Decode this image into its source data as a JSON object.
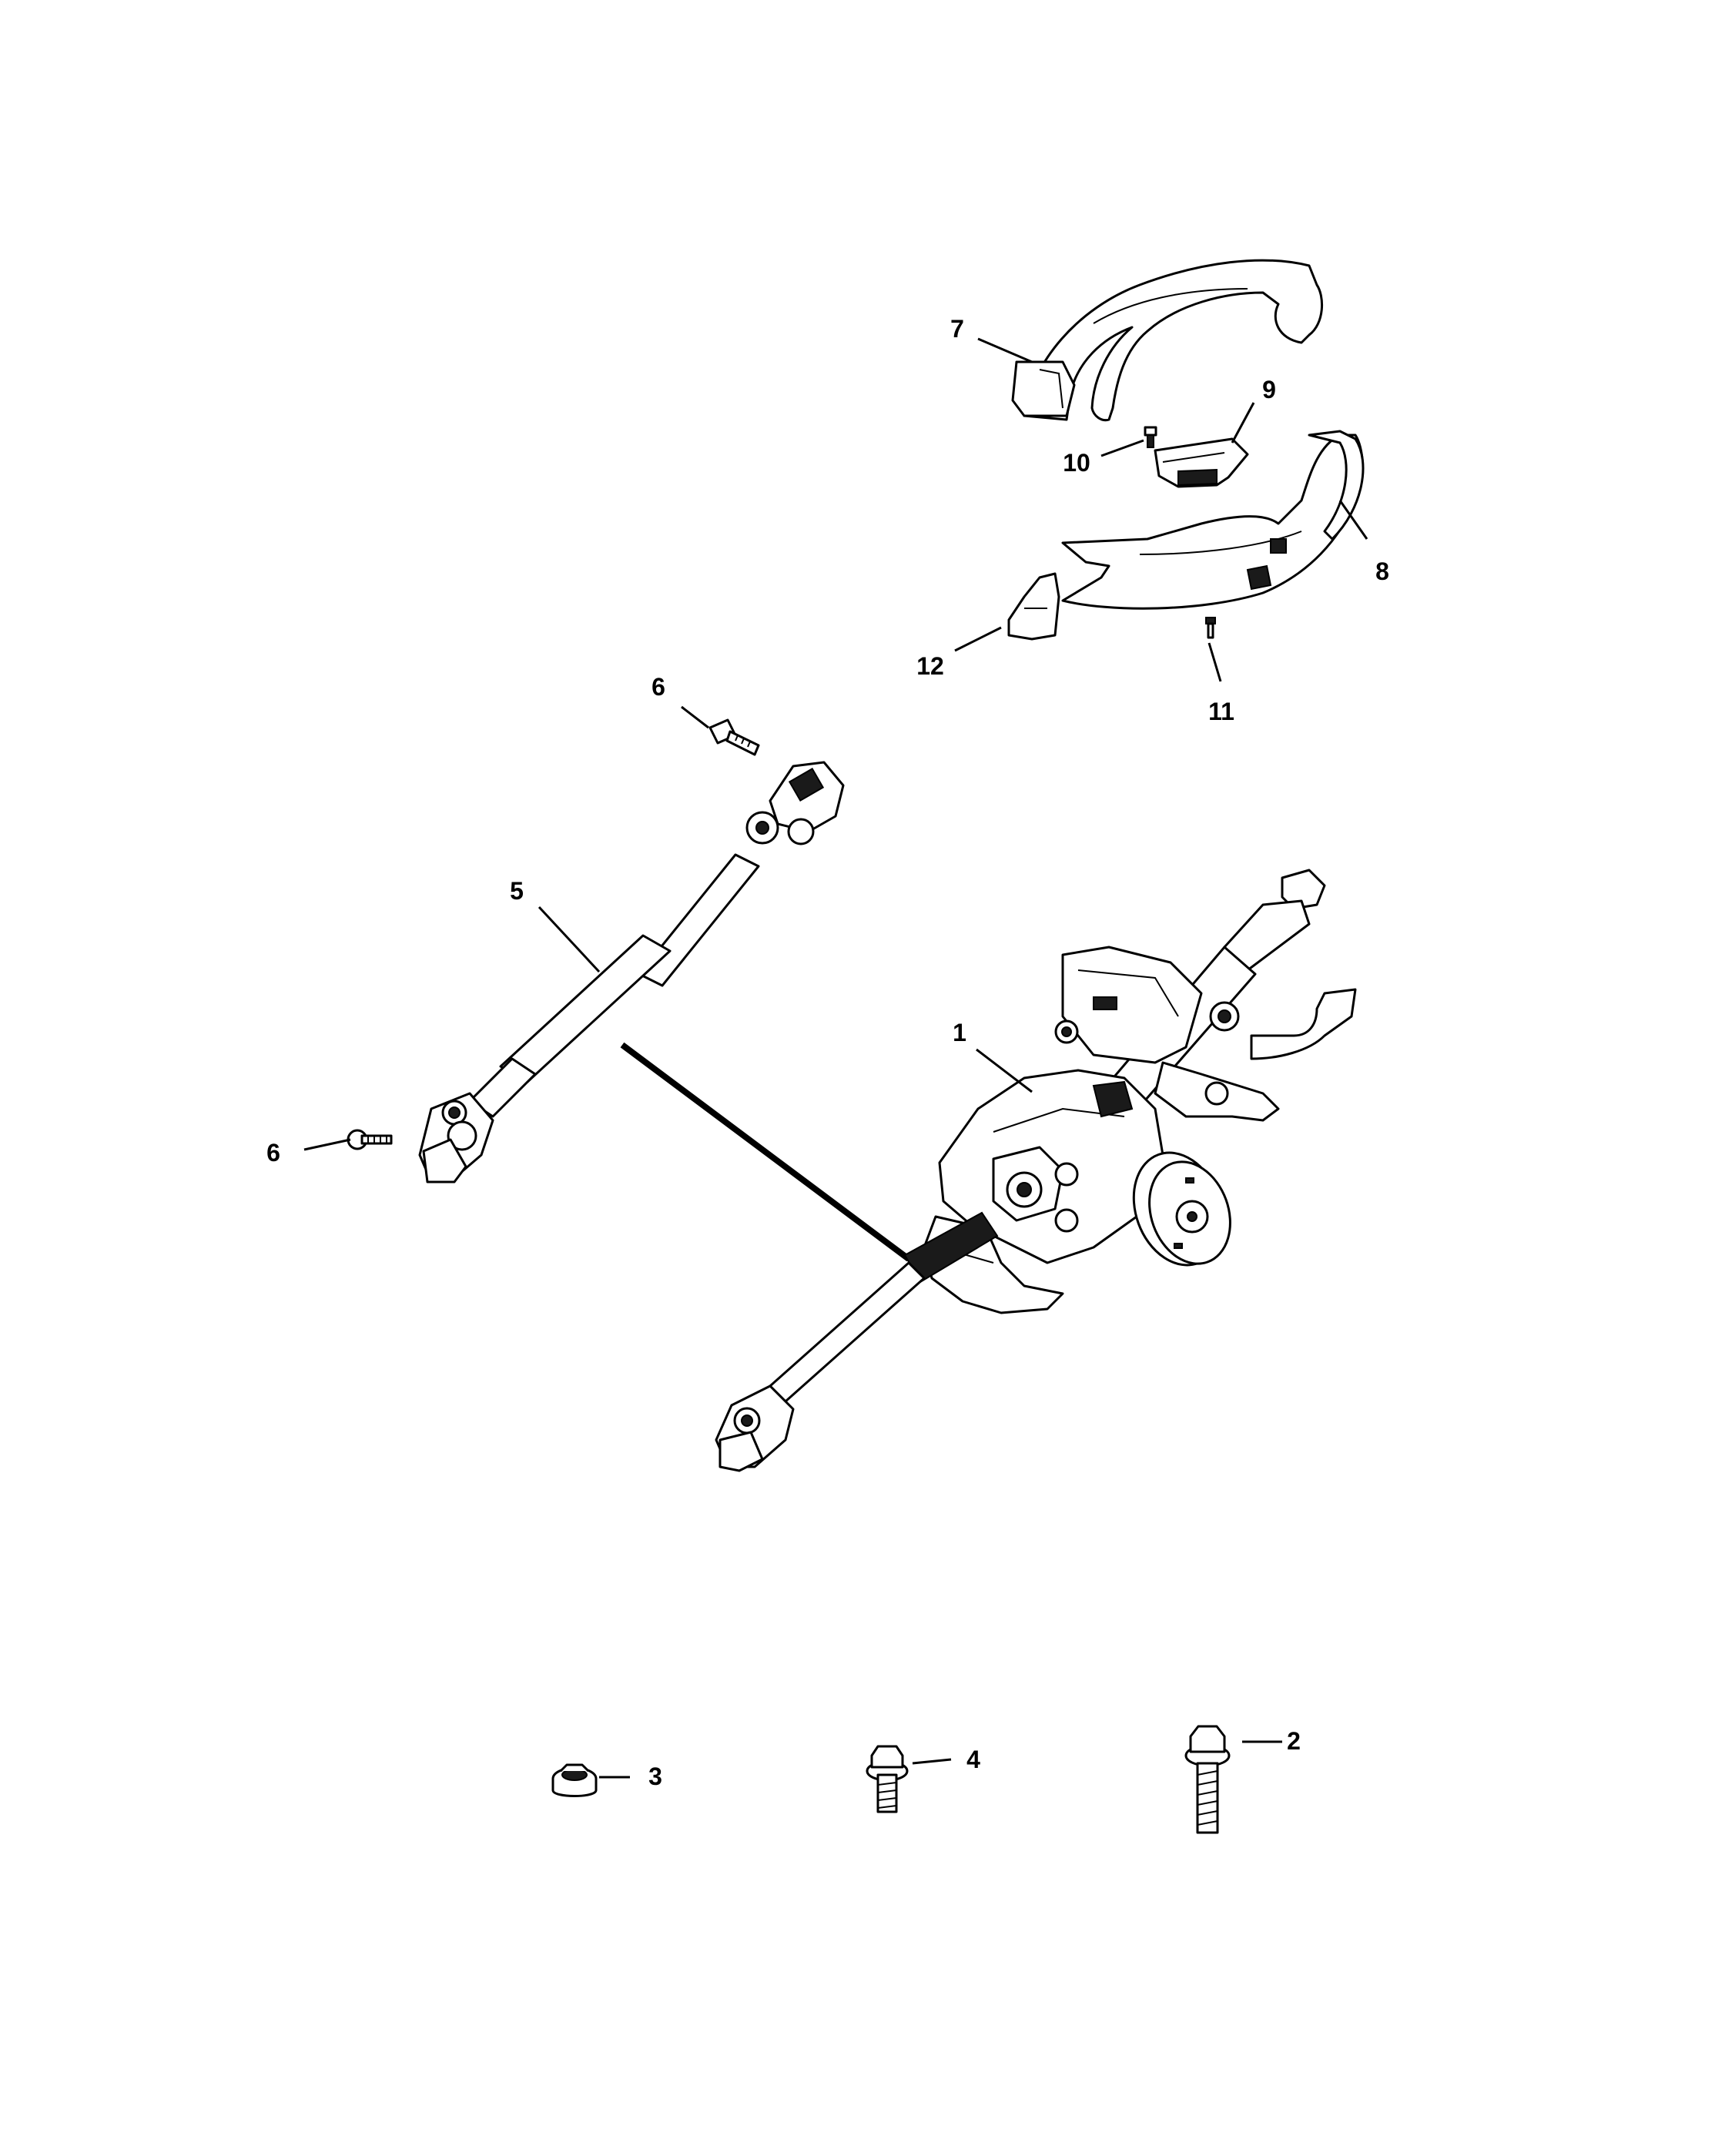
{
  "diagram": {
    "callouts": [
      {
        "id": "callout-1",
        "label": "1"
      },
      {
        "id": "callout-2",
        "label": "2"
      },
      {
        "id": "callout-3",
        "label": "3"
      },
      {
        "id": "callout-4",
        "label": "4"
      },
      {
        "id": "callout-5",
        "label": "5"
      },
      {
        "id": "callout-6a",
        "label": "6"
      },
      {
        "id": "callout-6b",
        "label": "6"
      },
      {
        "id": "callout-7",
        "label": "7"
      },
      {
        "id": "callout-8",
        "label": "8"
      },
      {
        "id": "callout-9",
        "label": "9"
      },
      {
        "id": "callout-10",
        "label": "10"
      },
      {
        "id": "callout-11",
        "label": "11"
      },
      {
        "id": "callout-12",
        "label": "12"
      }
    ]
  }
}
